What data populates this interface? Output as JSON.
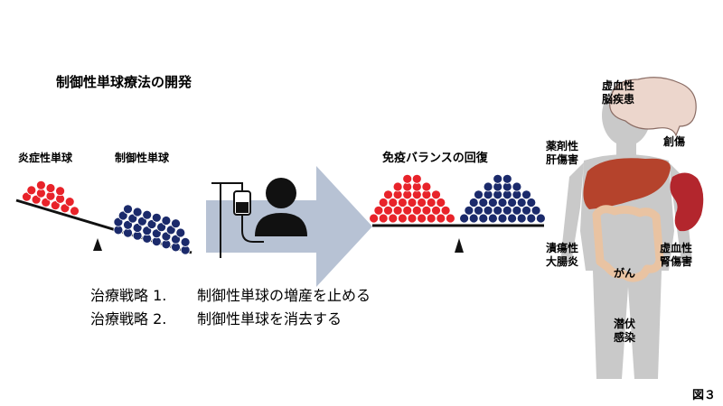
{
  "title": "制御性単球療法の開発",
  "labels": {
    "inflammatory_monocytes": "炎症性単球",
    "regulatory_monocytes": "制御性単球",
    "immune_balance_restored": "免疫バランスの回復"
  },
  "strategies": [
    {
      "key": "治療戦略 1.",
      "text": "制御性単球の増産を止める"
    },
    {
      "key": "治療戦略 2.",
      "text": "制御性単球を消去する"
    }
  ],
  "organs": {
    "brain": [
      "虚血性",
      "脳疾患"
    ],
    "wound": "創傷",
    "liver": [
      "薬剤性",
      "肝傷害"
    ],
    "colon": [
      "潰瘍性",
      "大腸炎"
    ],
    "kidney": [
      "虚血性",
      "腎傷害"
    ],
    "cancer": "がん",
    "infection": [
      "潜伏",
      "感染"
    ]
  },
  "figure_label": "図３",
  "colors": {
    "inflammatory": "#e8232a",
    "regulatory": "#1b2a6b",
    "arrow": "#b7c2d4",
    "body": "#c9c9c9",
    "liver": "#b5432c",
    "kidney": "#b3262d",
    "colon": "#e9c3a2",
    "brain": "#ecd6cc"
  }
}
